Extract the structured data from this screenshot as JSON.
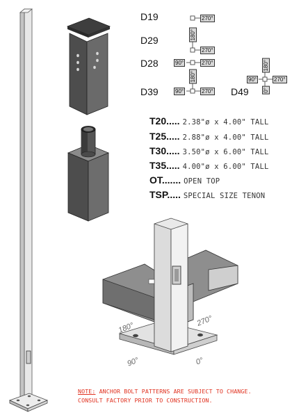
{
  "mount_codes": {
    "d19": "D19",
    "d29": "D29",
    "d28": "D28",
    "d39": "D39",
    "d49": "D49"
  },
  "degrees": {
    "d19_270": "270°",
    "d29_180": "180°",
    "d29_270": "270°",
    "d28_90": "90°",
    "d28_270": "270°",
    "d39_90": "90°",
    "d39_180": "180°",
    "d39_270": "270°",
    "d49_90": "90°",
    "d49_180": "180°",
    "d49_270": "270°",
    "d49_0": "0°"
  },
  "tenons": [
    {
      "code": "T20.....",
      "desc": "2.38\"ø  x 4.00\" TALL"
    },
    {
      "code": "T25.....",
      "desc": "2.88\"ø  x 4.00\" TALL"
    },
    {
      "code": "T30.....",
      "desc": "3.50\"ø  x 6.00\" TALL"
    },
    {
      "code": "T35.....",
      "desc": "4.00\"ø  x 6.00\" TALL"
    },
    {
      "code": "OT.......",
      "desc": "OPEN TOP"
    },
    {
      "code": "TSP.....",
      "desc": "SPECIAL SIZE TENON"
    }
  ],
  "base_degrees": {
    "deg180": "180°",
    "deg270": "270°",
    "deg90": "90°",
    "deg0": "0°"
  },
  "note": {
    "label": "NOTE:",
    "line1": " ANCHOR BOLT PATTERNS ARE SUBJECT TO CHANGE.",
    "line2": "CONSULT FACTORY PRIOR TO CONSTRUCTION."
  },
  "colors": {
    "pole_light": "#e6e6e6",
    "pole_shade": "#bdbdbd",
    "dark_face": "#5a5a5a",
    "note_red": "#e0301e"
  }
}
